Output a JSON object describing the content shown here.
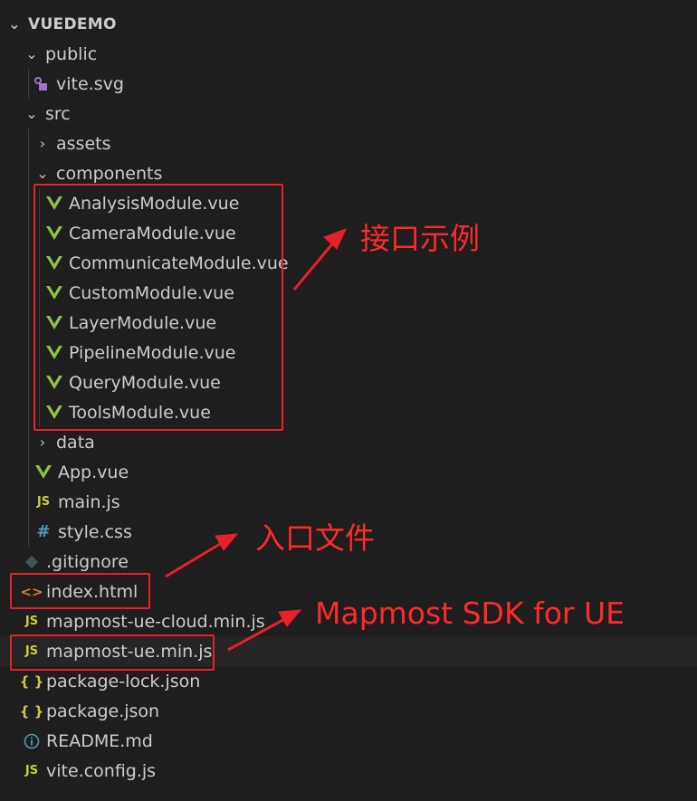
{
  "root": {
    "label": "VUEDEMO"
  },
  "items": [
    {
      "label": "public"
    },
    {
      "label": "vite.svg"
    },
    {
      "label": "src"
    },
    {
      "label": "assets"
    },
    {
      "label": "components"
    },
    {
      "label": "AnalysisModule.vue"
    },
    {
      "label": "CameraModule.vue"
    },
    {
      "label": "CommunicateModule.vue"
    },
    {
      "label": "CustomModule.vue"
    },
    {
      "label": "LayerModule.vue"
    },
    {
      "label": "PipelineModule.vue"
    },
    {
      "label": "QueryModule.vue"
    },
    {
      "label": "ToolsModule.vue"
    },
    {
      "label": "data"
    },
    {
      "label": "App.vue"
    },
    {
      "label": "main.js"
    },
    {
      "label": "style.css"
    },
    {
      "label": ".gitignore"
    },
    {
      "label": "index.html"
    },
    {
      "label": "mapmost-ue-cloud.min.js"
    },
    {
      "label": "mapmost-ue.min.js"
    },
    {
      "label": "package-lock.json"
    },
    {
      "label": "package.json"
    },
    {
      "label": "README.md"
    },
    {
      "label": "vite.config.js"
    }
  ],
  "icons": {
    "js": "JS",
    "css": "#",
    "json": "{ }",
    "html": "<>"
  },
  "annotations": {
    "interface_examples": "接口示例",
    "entry_file": "入口文件",
    "sdk": "Mapmost SDK for UE"
  },
  "colors": {
    "background": "#1e1e1e",
    "text": "#cccccc",
    "vue": "#8dc149",
    "js": "#cbcb41",
    "css": "#519aba",
    "html": "#e37933",
    "annotation": "#ff2a2a"
  }
}
